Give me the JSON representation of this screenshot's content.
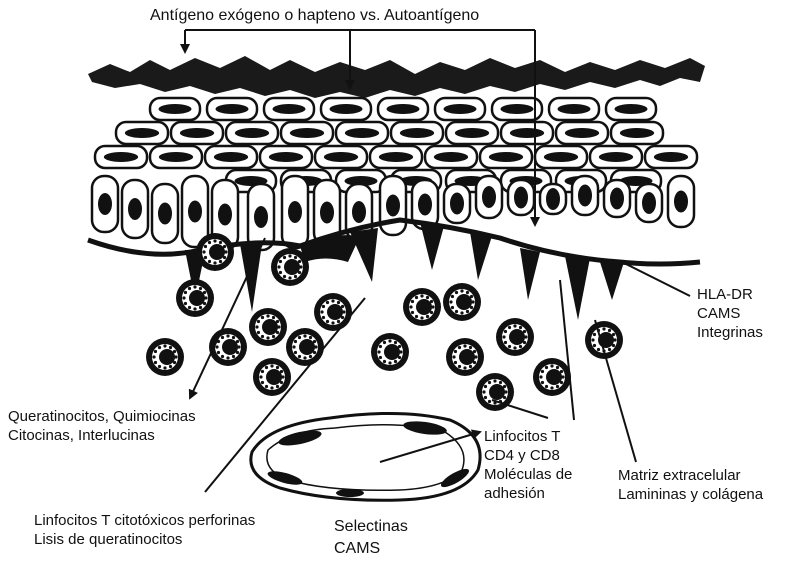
{
  "diagram": {
    "title": "Antígeno exógeno o hapteno vs. Autoantígeno",
    "labels": {
      "hla": [
        "HLA-DR",
        "CAMS",
        "Integrinas"
      ],
      "queratinocitos": [
        "Queratinocitos, Quimiocinas",
        "Citocinas, Interlucinas"
      ],
      "linfocitos": [
        "Linfocitos T",
        "CD4 y CD8",
        "Moléculas de",
        "adhesión"
      ],
      "matriz": [
        "Matriz extracelular",
        "Lamininas y colágena"
      ],
      "citotoxicos": [
        "Linfocitos T citotóxicos perforinas",
        "Lisis de queratinocitos"
      ],
      "selectinas": [
        "Selectinas",
        "CAMS"
      ]
    }
  }
}
